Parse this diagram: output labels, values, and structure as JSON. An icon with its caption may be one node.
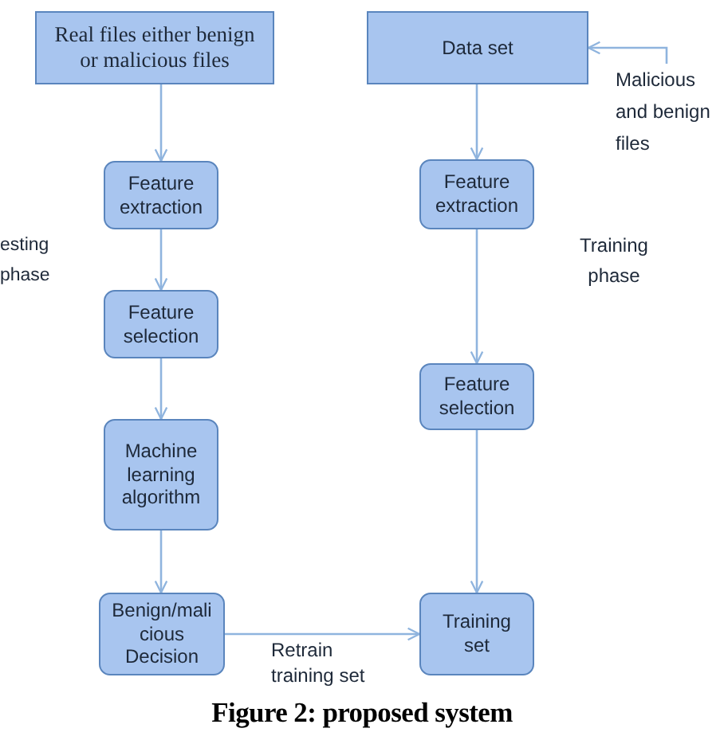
{
  "diagram": {
    "caption": "Figure 2: proposed system",
    "nodes": [
      {
        "text": [
          "Real files either benign or malicious files"
        ]
      },
      {
        "text": [
          "Data set"
        ]
      },
      {
        "text": [
          "Feature extraction"
        ]
      },
      {
        "text": [
          "Feature selection"
        ]
      },
      {
        "text": [
          "Machine learning algorithm"
        ]
      },
      {
        "text": [
          "Benign/mali cious Decision"
        ]
      },
      {
        "text": [
          "Feature extraction"
        ]
      },
      {
        "text": [
          "Feature selection"
        ]
      },
      {
        "text": [
          "Training set"
        ]
      },
      {
        "text": [
          "Malicious and benign files"
        ]
      }
    ],
    "edges": [
      {
        "from": 0,
        "to": 2,
        "arrow": "to"
      },
      {
        "from": 2,
        "to": 3,
        "arrow": "to"
      },
      {
        "from": 3,
        "to": 4,
        "arrow": "to"
      },
      {
        "from": 4,
        "to": 5,
        "arrow": "to"
      },
      {
        "from": 9,
        "to": 1,
        "arrow": "to"
      },
      {
        "from": 1,
        "to": 6,
        "arrow": "to"
      },
      {
        "from": 6,
        "to": 7,
        "arrow": "to"
      },
      {
        "from": 7,
        "to": 8,
        "arrow": "to"
      },
      {
        "from": 5,
        "to": 8,
        "arrow": "to",
        "label": "Retrain training set"
      }
    ],
    "labels": [
      "esting phase",
      "Training phase"
    ]
  }
}
